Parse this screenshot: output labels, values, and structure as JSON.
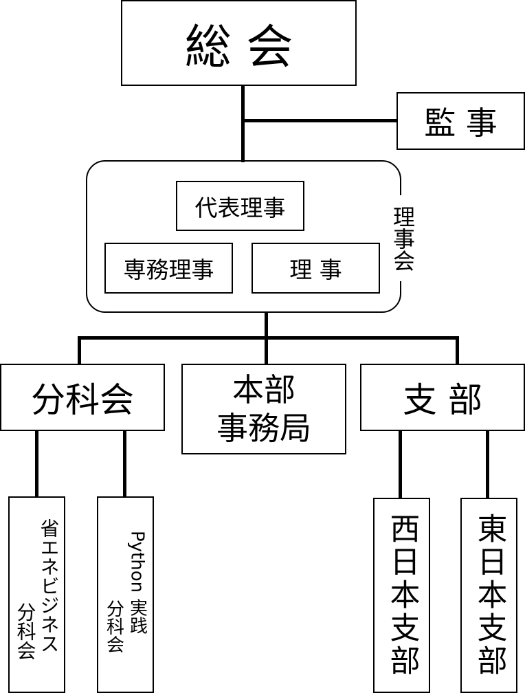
{
  "top": {
    "general_assembly": "総 会",
    "auditor": "監 事"
  },
  "board": {
    "label": "理事会",
    "representative": "代表理事",
    "managing": "専務理事",
    "director": "理 事"
  },
  "middle": {
    "subcommittee": "分科会",
    "hq_office": [
      "本部",
      "事務局"
    ],
    "branch": "支 部"
  },
  "bottom": {
    "energy_saving": [
      "省エネビジネス",
      "分科会"
    ],
    "python": [
      "Python 実践",
      "分科会"
    ],
    "west": "西日本支部",
    "east": "東日本支部"
  }
}
